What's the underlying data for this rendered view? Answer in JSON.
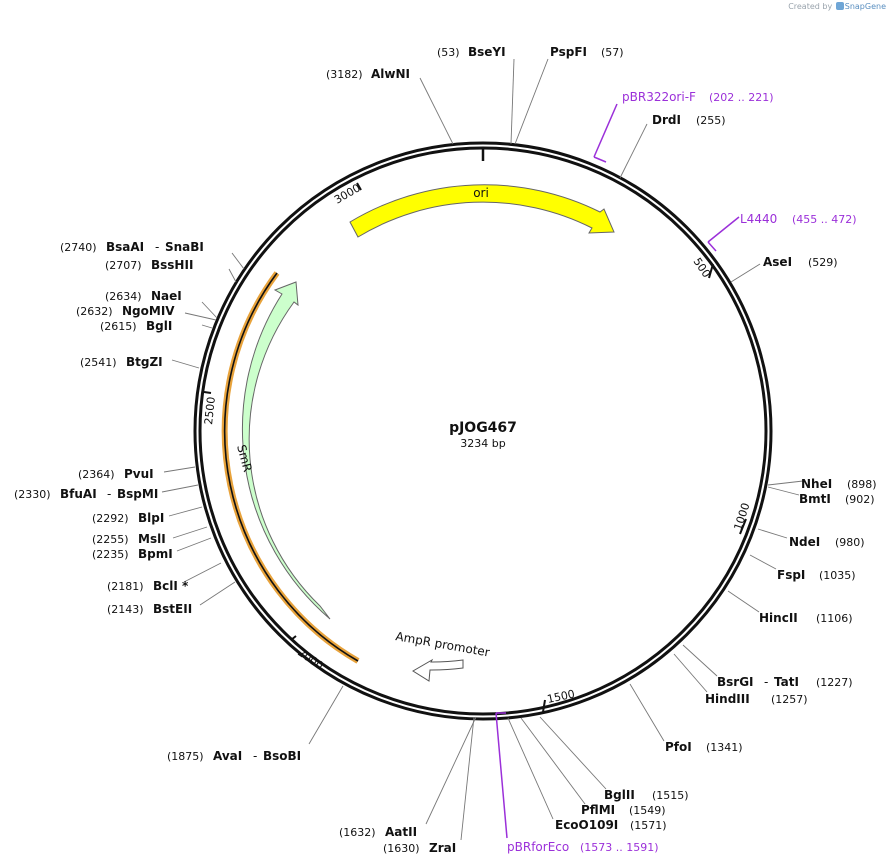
{
  "credit": {
    "prefix": "Created by",
    "brand": "SnapGene"
  },
  "plasmid": {
    "name": "pJOG467",
    "length_label": "3234 bp",
    "length_bp": 3234
  },
  "ruler": {
    "ticks": [
      "500",
      "1000",
      "1500",
      "2000",
      "2500",
      "3000"
    ]
  },
  "features": [
    {
      "label": "ori",
      "color": "#ffff00"
    },
    {
      "label": "SmR",
      "color": "#ccffcc"
    },
    {
      "label": "AmpR promoter",
      "color": "#ffffff"
    }
  ],
  "primers": [
    {
      "name": "pBR322ori-F",
      "range": "(202 .. 221)"
    },
    {
      "name": "L4440",
      "range": "(455 .. 472)"
    },
    {
      "name": "pBRforEco",
      "range": "(1573 .. 1591)"
    }
  ],
  "sites": [
    {
      "pos": "(53)",
      "name": "BseYI"
    },
    {
      "name": "PspFI",
      "pos": "(57)"
    },
    {
      "pos": "(3182)",
      "name": "AlwNI"
    },
    {
      "name": "DrdI",
      "pos": "(255)"
    },
    {
      "name": "AseI",
      "pos": "(529)"
    },
    {
      "pos": "(2740)",
      "name": "BsaAI",
      "name2": "SnaBI"
    },
    {
      "pos": "(2707)",
      "name": "BssHII"
    },
    {
      "pos": "(2634)",
      "name": "NaeI"
    },
    {
      "pos": "(2632)",
      "name": "NgoMIV"
    },
    {
      "pos": "(2615)",
      "name": "BglI"
    },
    {
      "pos": "(2541)",
      "name": "BtgZI"
    },
    {
      "pos": "(2364)",
      "name": "PvuI"
    },
    {
      "pos": "(2330)",
      "name": "BfuAI",
      "name2": "BspMI"
    },
    {
      "pos": "(2292)",
      "name": "BlpI"
    },
    {
      "pos": "(2255)",
      "name": "MslI"
    },
    {
      "pos": "(2235)",
      "name": "BpmI"
    },
    {
      "pos": "(2181)",
      "name": "BclI *"
    },
    {
      "pos": "(2143)",
      "name": "BstEII"
    },
    {
      "pos": "(1875)",
      "name": "AvaI",
      "name2": "BsoBI"
    },
    {
      "pos": "(1632)",
      "name": "AatII"
    },
    {
      "pos": "(1630)",
      "name": "ZraI"
    },
    {
      "name": "NheI",
      "pos": "(898)"
    },
    {
      "name": "BmtI",
      "pos": "(902)"
    },
    {
      "name": "NdeI",
      "pos": "(980)"
    },
    {
      "name": "FspI",
      "pos": "(1035)"
    },
    {
      "name": "HincII",
      "pos": "(1106)"
    },
    {
      "name": "BsrGI",
      "name2": "TatI",
      "pos": "(1227)"
    },
    {
      "name": "HindIII",
      "pos": "(1257)"
    },
    {
      "name": "PfoI",
      "pos": "(1341)"
    },
    {
      "name": "BglII",
      "pos": "(1515)"
    },
    {
      "name": "PflMI",
      "pos": "(1549)"
    },
    {
      "name": "EcoO109I",
      "pos": "(1571)"
    }
  ],
  "colors": {
    "primer": "#9b30d9",
    "backbone": "#111111",
    "leader": "#777777",
    "frame": "#e8a33c"
  }
}
